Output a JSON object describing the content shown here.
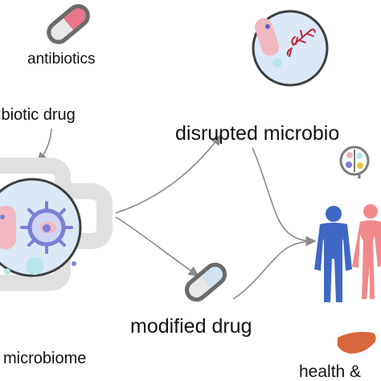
{
  "labels": {
    "antibiotics": "antibiotics",
    "antibiotic_drug": "ibiotic drug",
    "disrupted_microbiome": "disrupted microbio",
    "modified_drug": "modified drug",
    "microbiome": "microbiome",
    "health": "health &"
  },
  "colors": {
    "capsule_outline": "#6b6b6b",
    "capsule_body": "#e8e8e8",
    "antibiotic_cap": "#e8758a",
    "modified_cap": "#cfe3f2",
    "circle_fill": "#dbe8f5",
    "circle_stroke": "#3e3e3e",
    "intestine": "#e0e0e0",
    "microbe_purple": "#7b7fd6",
    "microbe_pink": "#f2b8c2",
    "microbe_teal": "#b8e6ea",
    "arrow": "#8a8a8a",
    "male_figure": "#3f68c4",
    "female_figure": "#f08a8a",
    "liver": "#d9673d"
  },
  "icons": [
    "antibiotic-capsule-icon",
    "bacterium-icon",
    "gut-microbiome-icon",
    "modified-capsule-icon",
    "brain-icon",
    "human-figures-icon",
    "liver-icon"
  ]
}
